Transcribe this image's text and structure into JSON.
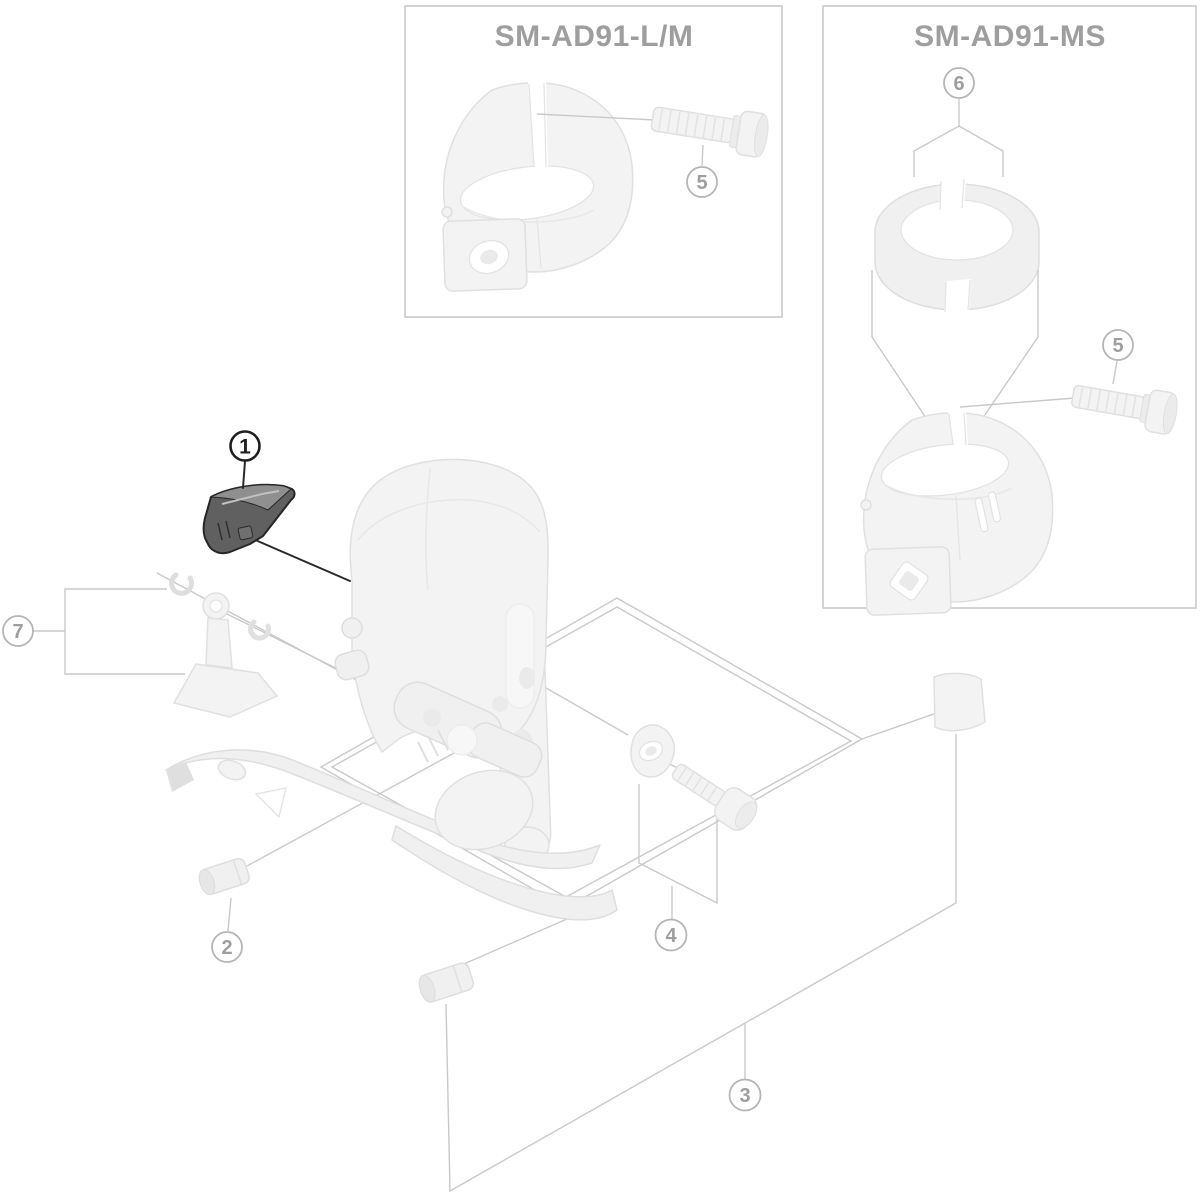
{
  "boxes": [
    {
      "id": "sm-ad91-lm",
      "title": "SM-AD91-L/M"
    },
    {
      "id": "sm-ad91-ms",
      "title": "SM-AD91-MS"
    }
  ],
  "callouts": {
    "c1": {
      "number": "1",
      "highlighted": true
    },
    "c2": {
      "number": "2",
      "highlighted": false
    },
    "c3": {
      "number": "3",
      "highlighted": false
    },
    "c4": {
      "number": "4",
      "highlighted": false
    },
    "c5_lm": {
      "number": "5",
      "highlighted": false
    },
    "c5_ms": {
      "number": "5",
      "highlighted": false
    },
    "c6": {
      "number": "6",
      "highlighted": false
    },
    "c7": {
      "number": "7",
      "highlighted": false
    }
  },
  "colors": {
    "background": "#ffffff",
    "box_border": "#c6c6c6",
    "title_text": "#9e9e9e",
    "leader_line": "#c9c9c9",
    "callout_ring": "#b5b5b5",
    "callout_number": "#9e9e9e",
    "highlight": "#1f1f1f",
    "highlight_part_fill": "#606060",
    "part_fill": "#f3f3f3",
    "part_outline": "#e0e0e0"
  }
}
